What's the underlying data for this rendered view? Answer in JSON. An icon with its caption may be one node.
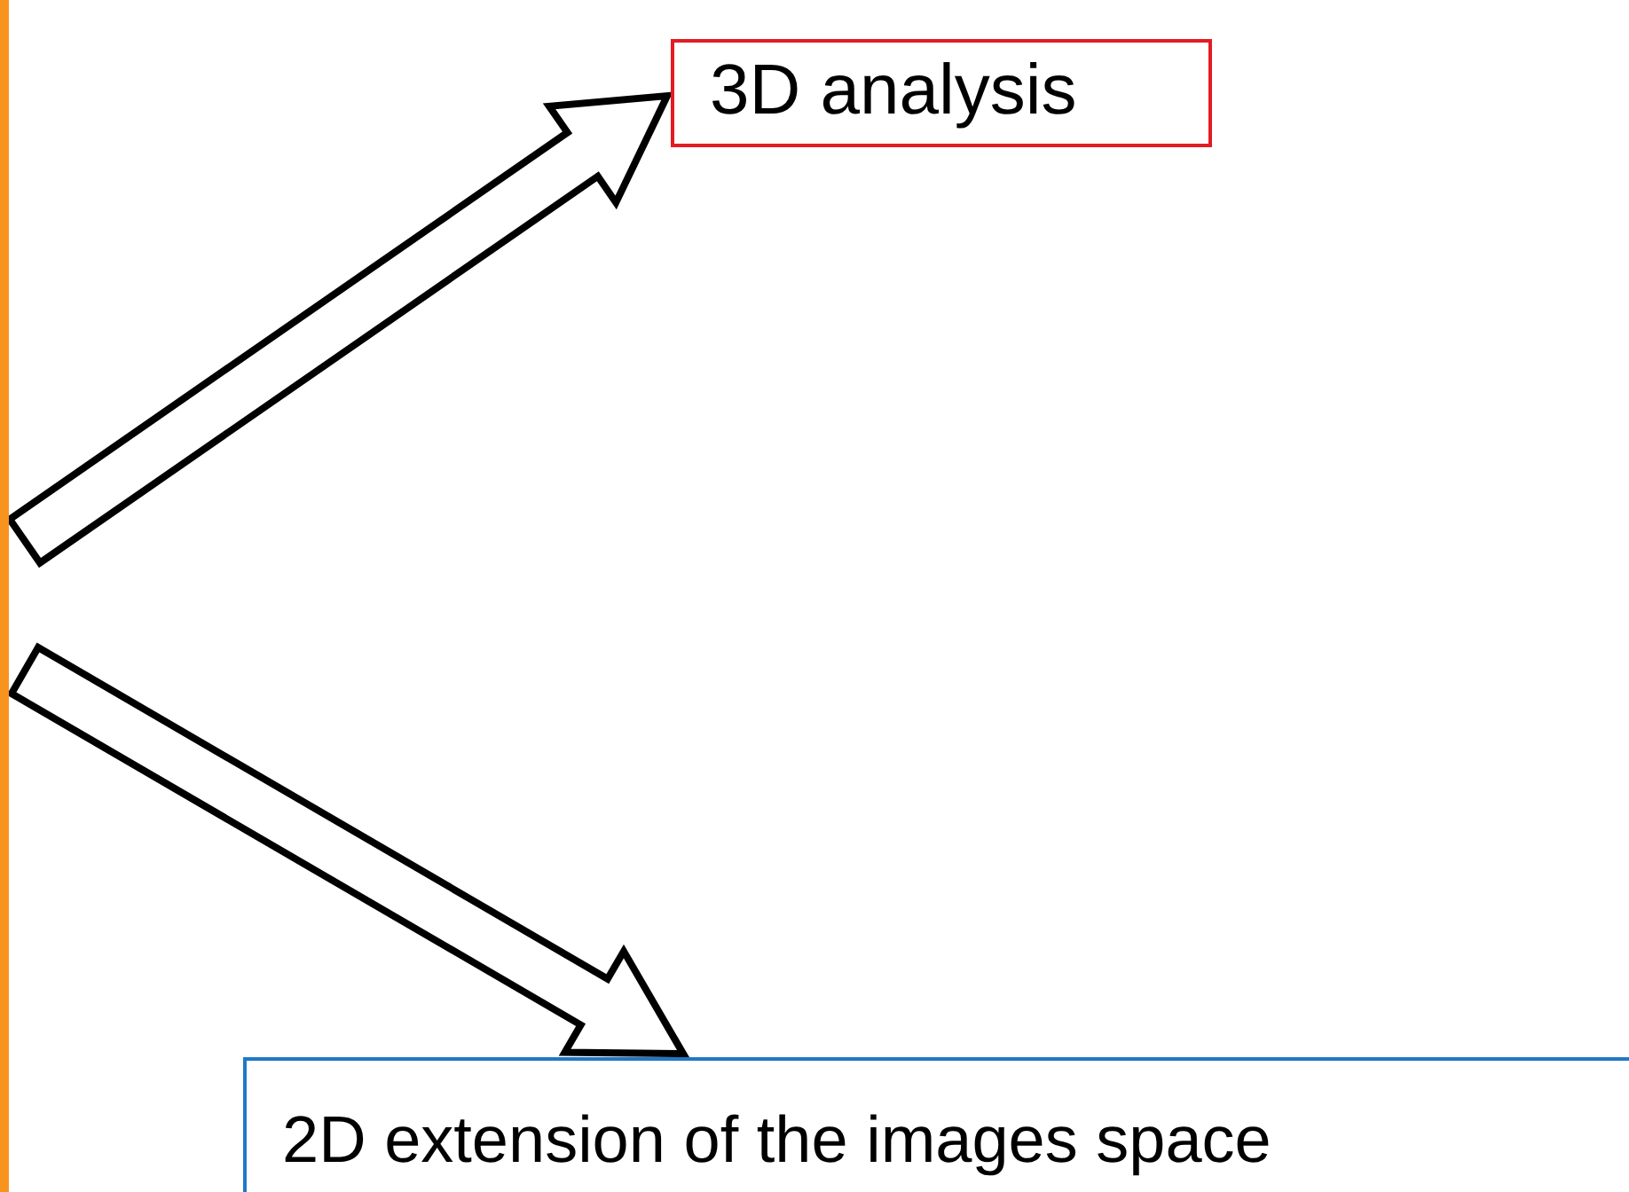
{
  "diagram": {
    "nodes": [
      {
        "text": [],
        "shape": "bar"
      },
      {
        "text": [
          "3D analysis"
        ]
      },
      {
        "text": [
          "2D extension of the images space"
        ]
      }
    ],
    "edges": [
      {
        "from": 0,
        "to": 1,
        "arrow": "to",
        "style": "thick"
      },
      {
        "from": 0,
        "to": 2,
        "arrow": "to",
        "style": "thick"
      }
    ]
  }
}
